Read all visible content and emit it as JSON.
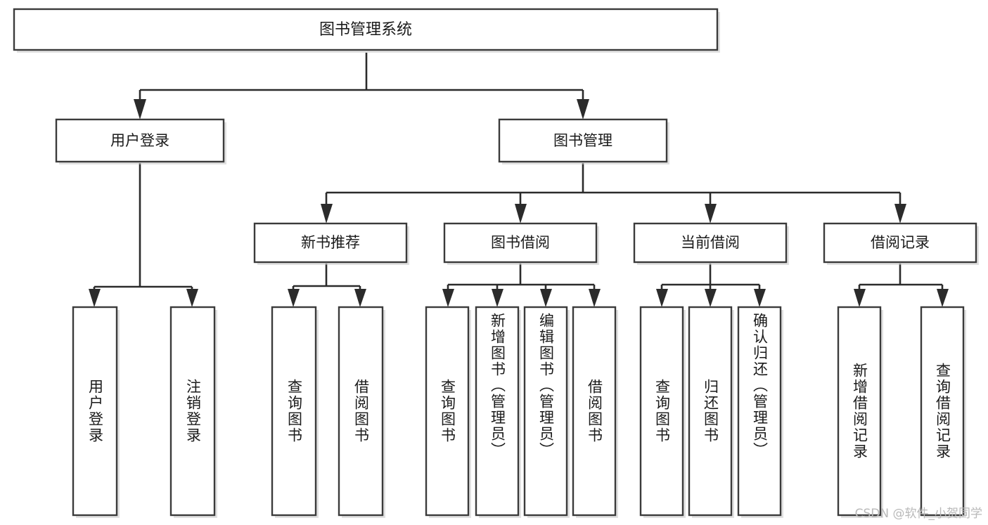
{
  "diagram": {
    "title": "图书管理系统",
    "type": "tree-hierarchy",
    "orientation": "top-down",
    "root": {
      "label": "图书管理系统"
    },
    "level2": [
      {
        "label": "用户登录"
      },
      {
        "label": "图书管理"
      }
    ],
    "level3": [
      {
        "label": "新书推荐"
      },
      {
        "label": "图书借阅"
      },
      {
        "label": "当前借阅"
      },
      {
        "label": "借阅记录"
      }
    ],
    "leaves": {
      "user_login": [
        {
          "label": "用户登录"
        },
        {
          "label": "注销登录"
        }
      ],
      "new_book_recommend": [
        {
          "label": "查询图书"
        },
        {
          "label": "借阅图书"
        }
      ],
      "book_borrow": [
        {
          "label": "查询图书"
        },
        {
          "label": "新增图书（管理员）"
        },
        {
          "label": "编辑图书（管理员）"
        },
        {
          "label": "借阅图书"
        }
      ],
      "current_borrow": [
        {
          "label": "查询图书"
        },
        {
          "label": "归还图书"
        },
        {
          "label": "确认归还（管理员）"
        }
      ],
      "borrow_record": [
        {
          "label": "新增借阅记录"
        },
        {
          "label": "查询借阅记录"
        }
      ]
    }
  },
  "watermark": {
    "text": "CSDN @软件_小贺同学"
  },
  "colors": {
    "box_border": "#3b3b3b",
    "connector": "#2b2b2b",
    "text": "#1a1a1a",
    "background": "#ffffff",
    "watermark": "#b9b9b9"
  }
}
